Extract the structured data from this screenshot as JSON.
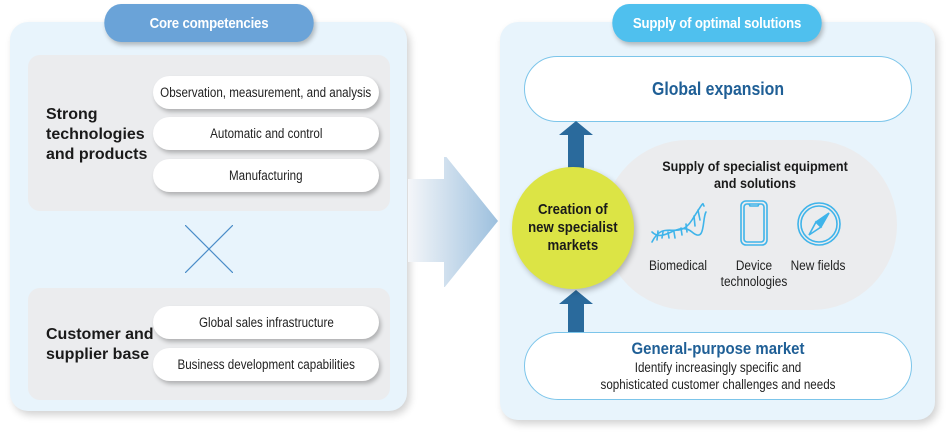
{
  "left": {
    "header": "Core competencies",
    "groups": [
      {
        "label": "Strong technologies and products",
        "label_lines": [
          "Strong",
          "technologies",
          "and products"
        ],
        "items": [
          "Observation, measurement, and analysis",
          "Automatic and control",
          "Manufacturing"
        ]
      },
      {
        "label": "Customer and supplier base",
        "label_lines": [
          "Customer and",
          "supplier base"
        ],
        "items": [
          "Global sales infrastructure",
          "Business development capabilities"
        ]
      }
    ],
    "connector_icon": "multiply-cross-icon"
  },
  "transition_icon": "right-arrow-icon",
  "right": {
    "header": "Supply of optimal solutions",
    "top_box": "Global expansion",
    "center_circle": {
      "lines": [
        "Creation of",
        "new specialist",
        "markets"
      ]
    },
    "specialist": {
      "title_lines": [
        "Supply of specialist equipment",
        "and solutions"
      ],
      "fields": [
        {
          "icon": "dna-icon",
          "label_lines": [
            "Biomedical"
          ]
        },
        {
          "icon": "smartphone-icon",
          "label_lines": [
            "Device",
            "technologies"
          ]
        },
        {
          "icon": "compass-icon",
          "label_lines": [
            "New fields"
          ]
        }
      ]
    },
    "bottom_box": {
      "title": "General-purpose market",
      "sub_lines": [
        "Identify increasingly specific and",
        "sophisticated customer challenges and needs"
      ]
    }
  },
  "colors": {
    "left_header": "#6aa3d8",
    "right_header": "#4fc0ee",
    "panel_bg": "#e8f4fc",
    "circle": "#dce445",
    "arrow": "#2a6a9c",
    "accent_text": "#1f5f96",
    "icon": "#3fb4ea"
  }
}
